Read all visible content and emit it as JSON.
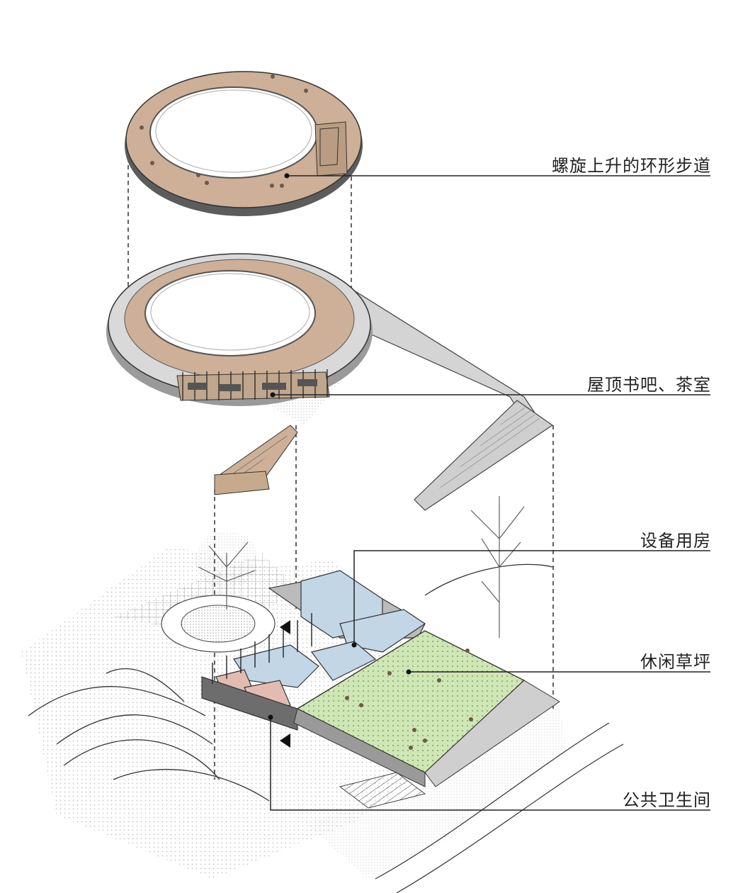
{
  "diagram": {
    "labels": [
      {
        "id": "walkway",
        "text": "螺旋上升的环形步道"
      },
      {
        "id": "roof-bar",
        "text": "屋顶书吧、茶室"
      },
      {
        "id": "equipment-room",
        "text": "设备用房"
      },
      {
        "id": "lawn",
        "text": "休闲草坪"
      },
      {
        "id": "restroom",
        "text": "公共卫生间"
      }
    ],
    "colors": {
      "deck_wood": "#cdb097",
      "ring_concrete": "#d9d9d9",
      "ring_shadow": "#8f8f8f",
      "lawn_green": "#cfe6b5",
      "room_blue": "#c2d6e6",
      "room_pink": "#e2bcb1",
      "leader_line": "#222222"
    }
  }
}
